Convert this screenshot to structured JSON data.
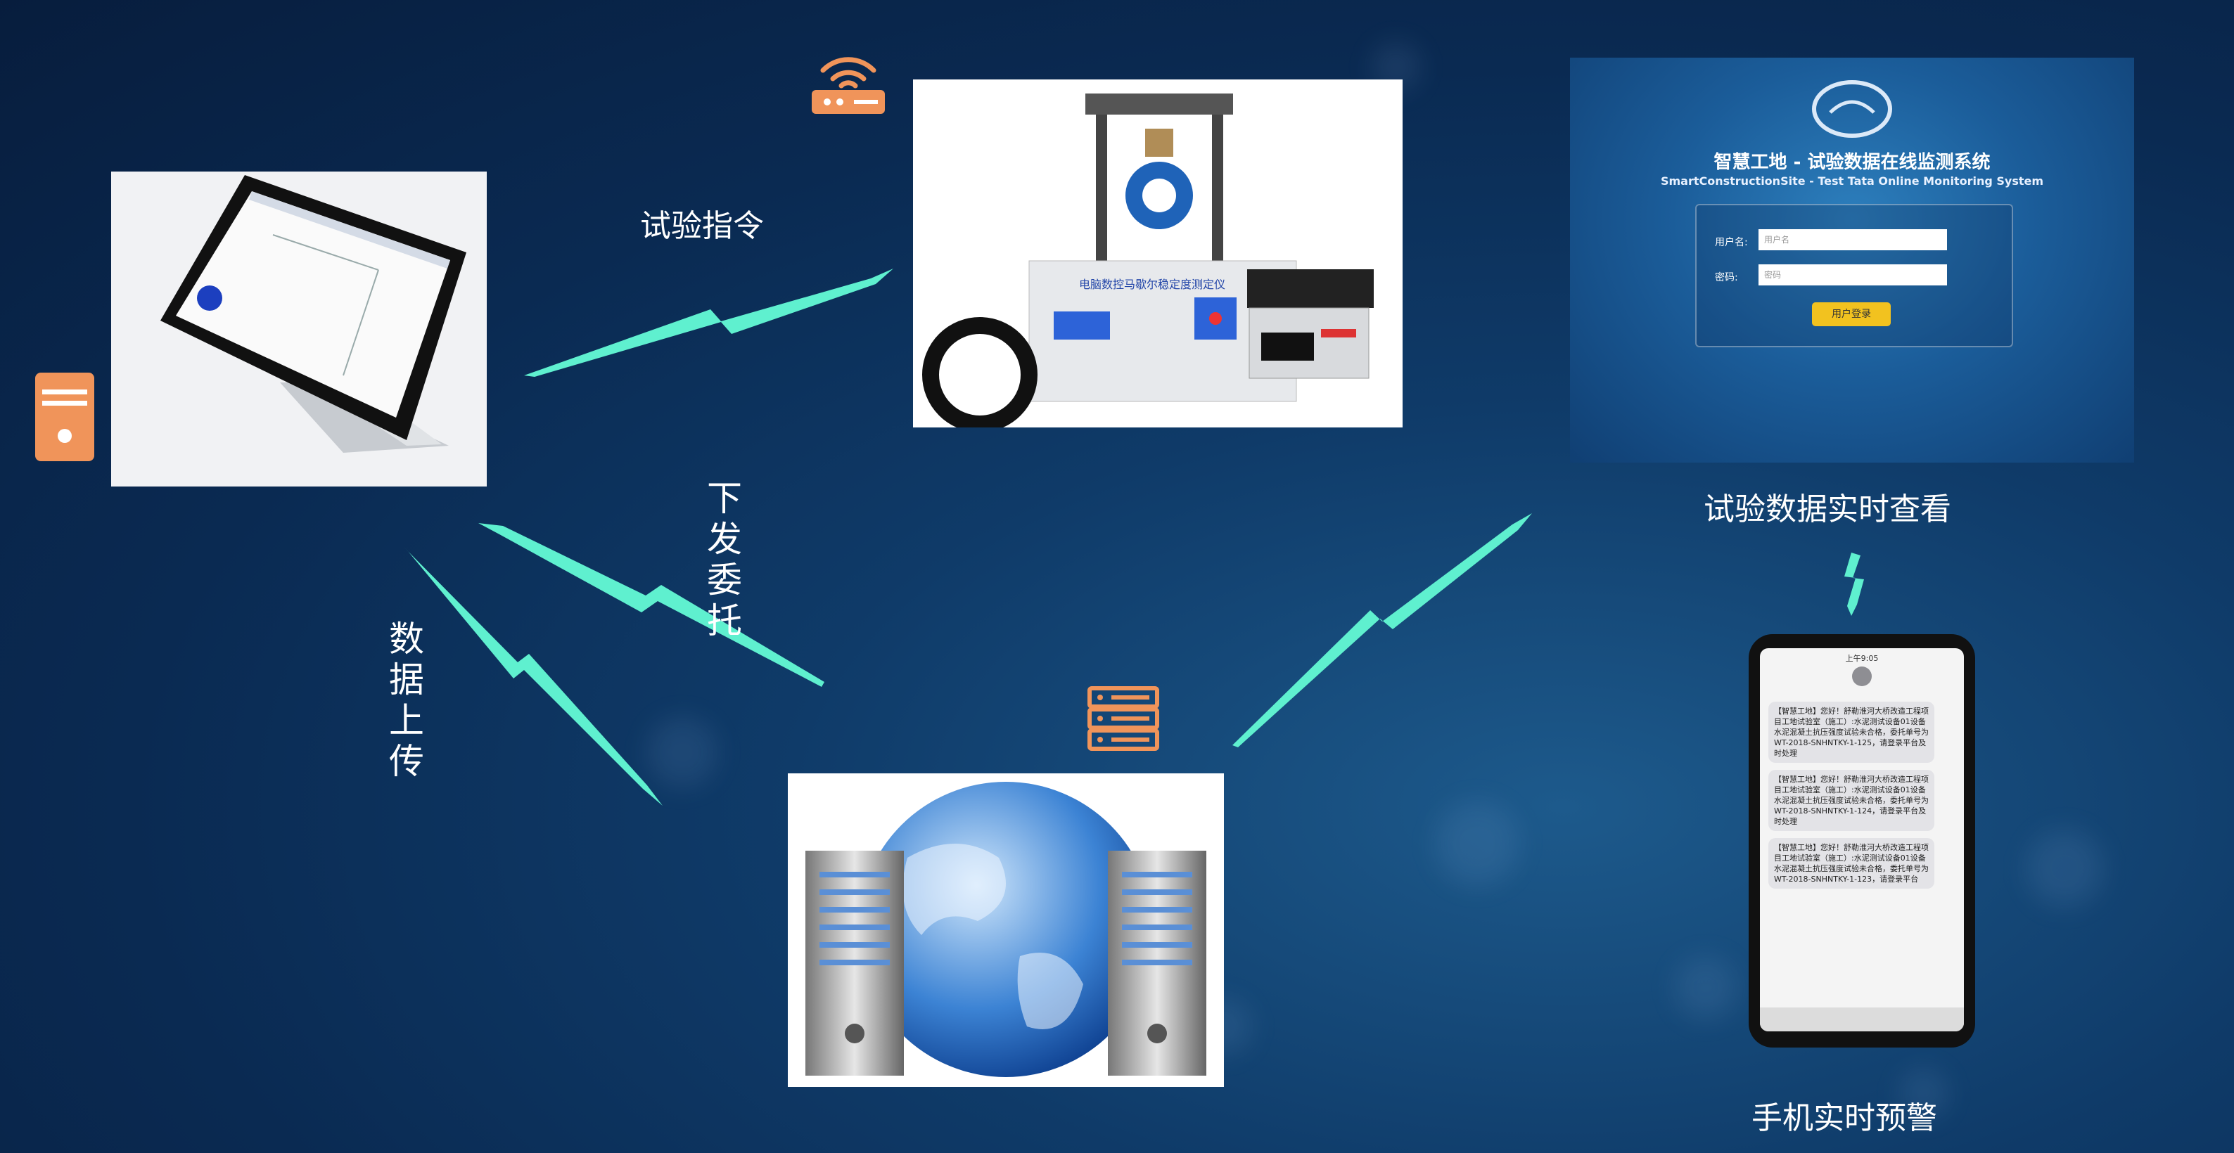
{
  "diagram": {
    "edges": {
      "test_command": "试验指令",
      "issue_commission": "下发委托",
      "data_upload": "数据上传",
      "realtime_view": "试验数据实时查看",
      "mobile_alert": "手机实时预警"
    },
    "machine": {
      "panel_text": "电脑数控马歇尔稳定度测定仪"
    },
    "web_system": {
      "title": "智慧工地 - 试验数据在线监测系统",
      "subtitle": "SmartConstructionSite - Test Tata Online Monitoring System",
      "username_label": "用户名:",
      "username_placeholder": "用户名",
      "password_label": "密码:",
      "password_placeholder": "密码",
      "login_button": "用户登录"
    },
    "phone": {
      "time": "上午9:05",
      "messages": [
        "【智慧工地】您好！舒勒淮河大桥改造工程项目工地试验室（施工）:水泥测试设备01设备水泥混凝土抗压强度试验未合格，委托单号为WT-2018-SNHNTKY-1-125，请登录平台及时处理",
        "【智慧工地】您好！舒勒淮河大桥改造工程项目工地试验室（施工）:水泥测试设备01设备水泥混凝土抗压强度试验未合格，委托单号为WT-2018-SNHNTKY-1-124，请登录平台及时处理",
        "【智慧工地】您好！舒勒淮河大桥改造工程项目工地试验室（施工）:水泥测试设备01设备水泥混凝土抗压强度试验未合格，委托单号为WT-2018-SNHNTKY-1-123，请登录平台"
      ]
    },
    "colors": {
      "arrow": "#5ff0cf",
      "icon": "#f0945a",
      "login_button": "#f2c21f"
    }
  }
}
